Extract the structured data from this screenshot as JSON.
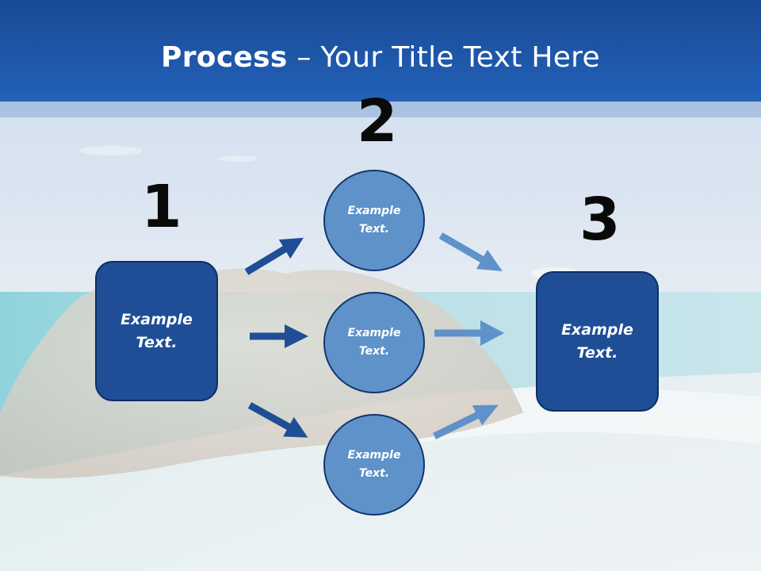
{
  "title": {
    "bold": "Process",
    "rest": " – Your Title Text Here"
  },
  "steps": {
    "one": "1",
    "two": "2",
    "three": "3"
  },
  "left_box": {
    "label": "Example\nText."
  },
  "circles": [
    {
      "label": "Example\nText."
    },
    {
      "label": "Example\nText."
    },
    {
      "label": "Example\nText."
    }
  ],
  "right_box": {
    "label": "Example\nText."
  },
  "colors": {
    "title_bar": "#1d58ae",
    "box_fill": "#1f4e96",
    "circle_fill": "#5e92c9",
    "arrow_dark": "#1f4e96",
    "arrow_light": "#5e92c9"
  }
}
